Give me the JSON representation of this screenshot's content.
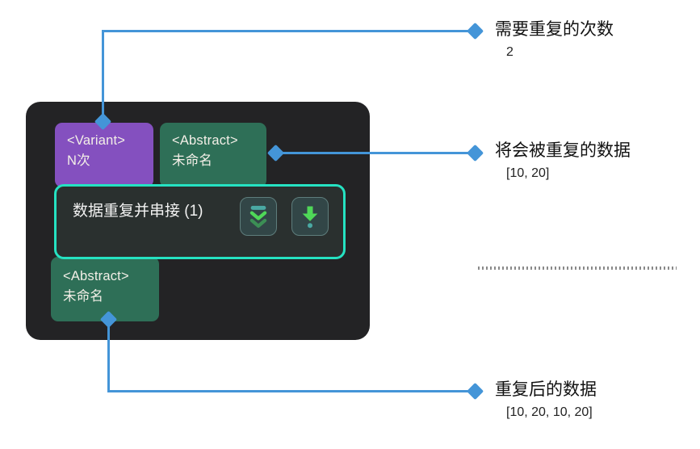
{
  "colors": {
    "canvas_bg": "#ffffff",
    "container_bg": "#232325",
    "node_bg": "#2a302f",
    "node_border": "#25e2c2",
    "variant_purple": "#8450bf",
    "abstract_green": "#2e6f57",
    "badge_text": "#f3efe7",
    "node_title_text": "#f2f2f2",
    "connector_blue": "#4495d8",
    "icon_green": "#4fd858",
    "icon_green_dim": "#3c8f55",
    "icon_teal": "#4aa9a4",
    "icon_button_bg": "#324647",
    "icon_button_border": "#5e7d7c",
    "annotation_title": "#111111",
    "annotation_value": "#222222",
    "dotted_line": "#8a8a8a"
  },
  "node": {
    "title": "数据重复并串接 (1)",
    "input_ports": [
      {
        "type": "<Variant>",
        "name": "N次"
      },
      {
        "type": "<Abstract>",
        "name": "未命名"
      }
    ],
    "output_ports": [
      {
        "type": "<Abstract>",
        "name": "未命名"
      }
    ],
    "icons": [
      {
        "name": "collapse-double-chevron"
      },
      {
        "name": "extract-arrow-down"
      }
    ]
  },
  "annotations": [
    {
      "title": "需要重复的次数",
      "value": "2"
    },
    {
      "title": "将会被重复的数据",
      "value": "[10, 20]"
    },
    {
      "title": "重复后的数据",
      "value": "[10, 20, 10, 20]"
    }
  ]
}
